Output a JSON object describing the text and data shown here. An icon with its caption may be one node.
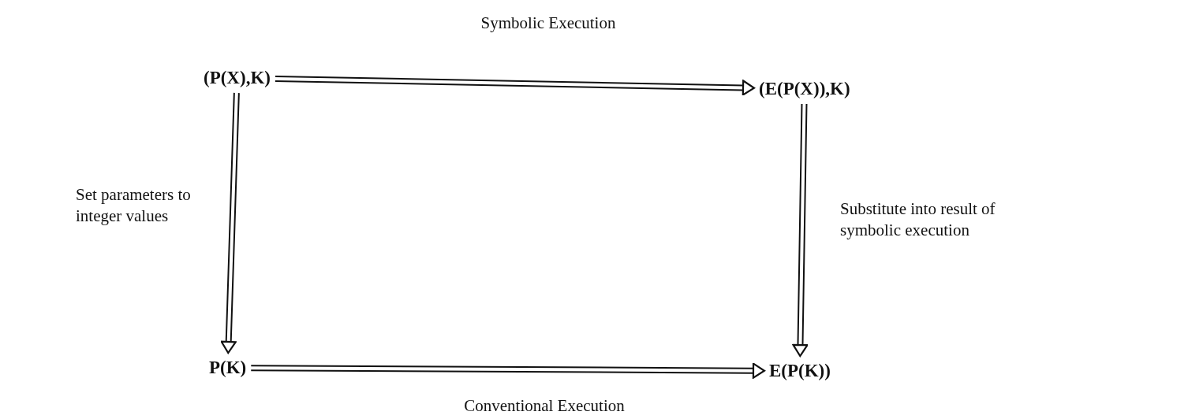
{
  "diagram": {
    "nodes": [
      {
        "text": [
          "(P(X),K)"
        ]
      },
      {
        "text": [
          "(E(P(X)),K)"
        ]
      },
      {
        "text": [
          "P(K)"
        ]
      },
      {
        "text": [
          "E(P(K))"
        ]
      }
    ],
    "edges": [
      {
        "from": 0,
        "to": 1,
        "arrow": "to",
        "label": "Symbolic Execution"
      },
      {
        "from": 0,
        "to": 2,
        "arrow": "to",
        "label": "Set parameters to integer values"
      },
      {
        "from": 1,
        "to": 3,
        "arrow": "to",
        "label": "Substitute into result of symbolic execution"
      },
      {
        "from": 2,
        "to": 3,
        "arrow": "to",
        "label": "Conventional Execution"
      }
    ]
  }
}
